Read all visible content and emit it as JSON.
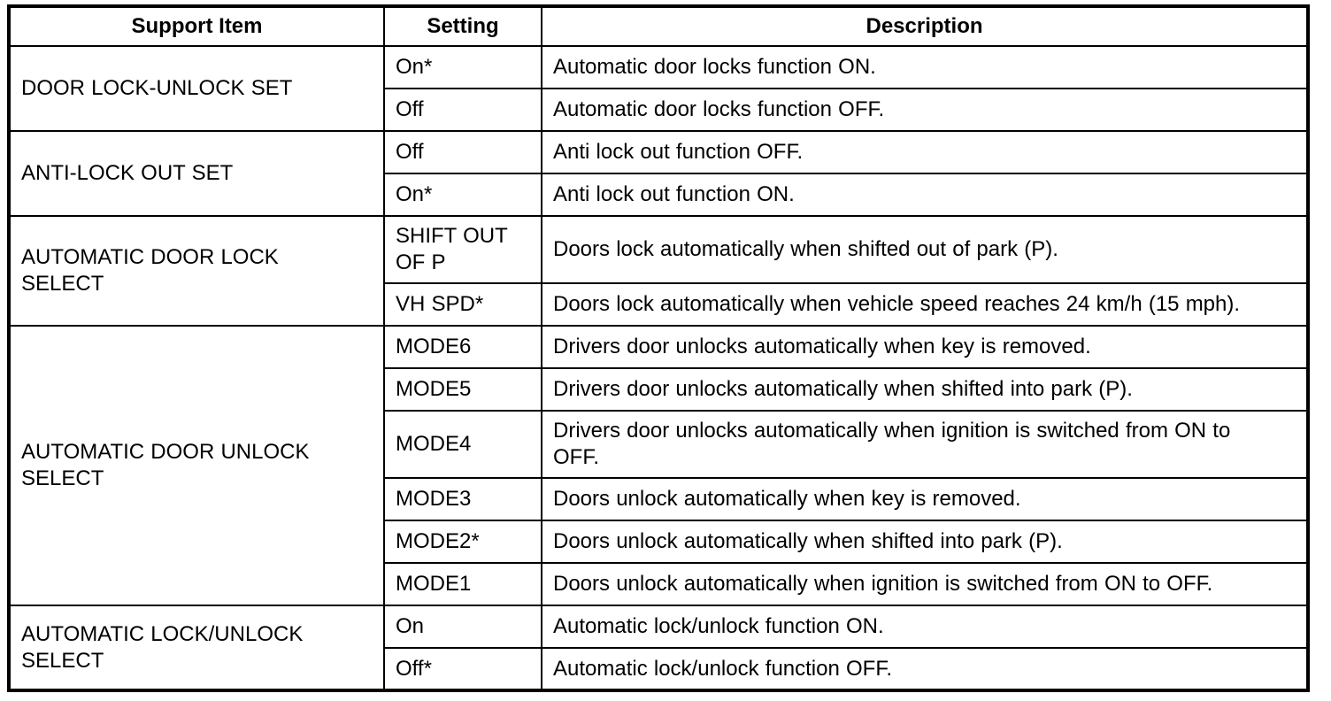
{
  "colors": {
    "border": "#000000",
    "background": "#ffffff",
    "text": "#000000"
  },
  "table": {
    "headers": [
      "Support Item",
      "Setting",
      "Description"
    ],
    "groups": [
      {
        "support_item": "DOOR LOCK-UNLOCK SET",
        "rows": [
          {
            "setting": "On*",
            "description": "Automatic door locks function ON."
          },
          {
            "setting": "Off",
            "description": "Automatic door locks function OFF."
          }
        ]
      },
      {
        "support_item": "ANTI-LOCK OUT SET",
        "rows": [
          {
            "setting": "Off",
            "description": "Anti lock out function OFF."
          },
          {
            "setting": "On*",
            "description": "Anti lock out function ON."
          }
        ]
      },
      {
        "support_item": "AUTOMATIC DOOR LOCK SELECT",
        "rows": [
          {
            "setting": "SHIFT OUT OF P",
            "description": "Doors lock automatically when shifted out of park (P)."
          },
          {
            "setting": "VH SPD*",
            "description": "Doors lock automatically when vehicle speed reaches 24 km/h (15 mph)."
          }
        ]
      },
      {
        "support_item": "AUTOMATIC DOOR UNLOCK SELECT",
        "rows": [
          {
            "setting": "MODE6",
            "description": "Drivers door unlocks automatically when key is removed."
          },
          {
            "setting": "MODE5",
            "description": "Drivers door unlocks automatically when shifted into park (P)."
          },
          {
            "setting": "MODE4",
            "description": "Drivers door unlocks automatically when ignition is switched from ON to OFF."
          },
          {
            "setting": "MODE3",
            "description": "Doors unlock automatically when key is removed."
          },
          {
            "setting": "MODE2*",
            "description": "Doors unlock automatically when shifted into park (P)."
          },
          {
            "setting": "MODE1",
            "description": "Doors unlock automatically when ignition is switched from ON to OFF."
          }
        ]
      },
      {
        "support_item": "AUTOMATIC LOCK/UNLOCK SELECT",
        "rows": [
          {
            "setting": "On",
            "description": "Automatic lock/unlock function ON."
          },
          {
            "setting": "Off*",
            "description": "Automatic lock/unlock function OFF."
          }
        ]
      }
    ]
  }
}
